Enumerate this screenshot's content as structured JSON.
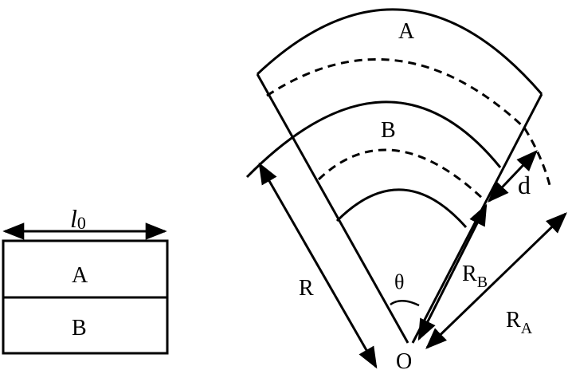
{
  "strip": {
    "length_label_l": "l",
    "length_label_sub": "0",
    "layer_top": "A",
    "layer_bottom": "B"
  },
  "bent": {
    "layer_a": "A",
    "layer_b": "B",
    "radius": "R",
    "radius_b": "R",
    "radius_b_sub": "B",
    "radius_a": "R",
    "radius_a_sub": "A",
    "thickness": "d",
    "angle": "θ",
    "origin": "O"
  }
}
